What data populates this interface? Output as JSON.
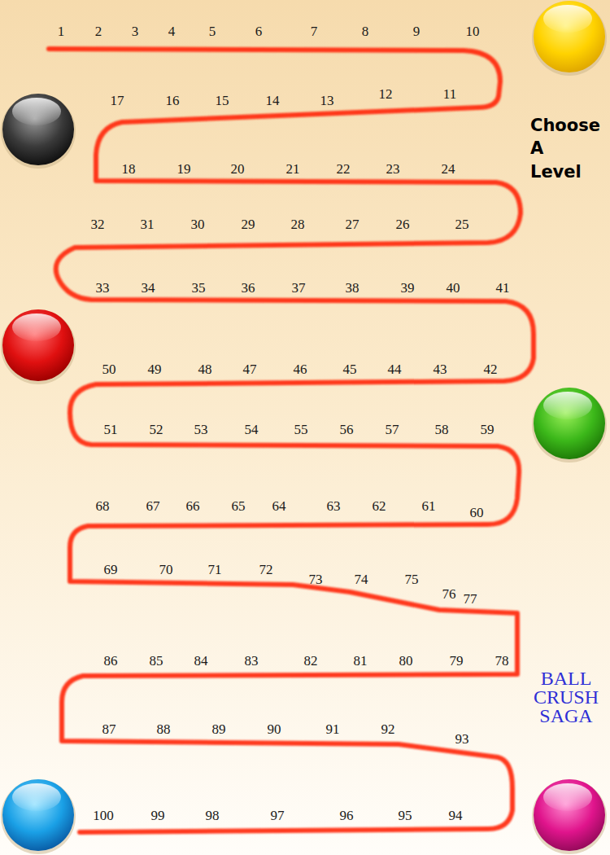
{
  "diagram": {
    "title": "BALL CRUSH SAGA",
    "labels": [
      "1",
      "2",
      "3",
      "4",
      "5",
      "6",
      "7",
      "8",
      "9",
      "10",
      "11",
      "12",
      "13",
      "14",
      "15",
      "16",
      "17",
      "18",
      "19",
      "20",
      "21",
      "22",
      "23",
      "24",
      "25",
      "26",
      "27",
      "28",
      "29",
      "30",
      "31",
      "32",
      "33",
      "34",
      "35",
      "36",
      "37",
      "38",
      "39",
      "40",
      "41",
      "42",
      "43",
      "44",
      "45",
      "46",
      "47",
      "48",
      "49",
      "50",
      "51",
      "52",
      "53",
      "54",
      "55",
      "56",
      "57",
      "58",
      "59",
      "60",
      "61",
      "62",
      "63",
      "64",
      "65",
      "66",
      "67",
      "68",
      "69",
      "70",
      "71",
      "72",
      "73",
      "74",
      "75",
      "76",
      "77",
      "78",
      "79",
      "80",
      "81",
      "82",
      "83",
      "84",
      "85",
      "86",
      "87",
      "88",
      "89",
      "90",
      "91",
      "92",
      "93",
      "94",
      "95",
      "96",
      "97",
      "98",
      "99",
      "100",
      "Choose A Level"
    ]
  }
}
